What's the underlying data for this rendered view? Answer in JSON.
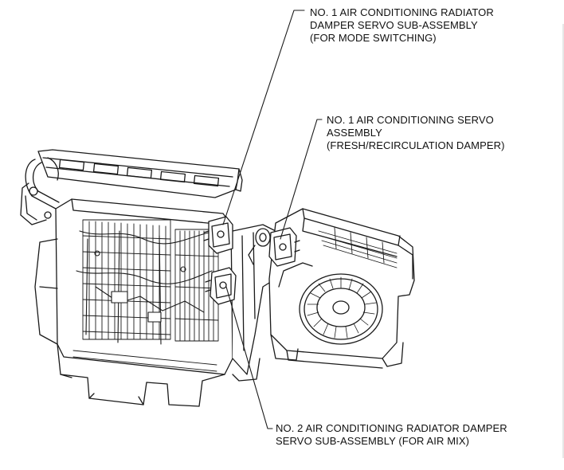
{
  "callouts": [
    {
      "id": "mode-switching-servo",
      "lines": [
        "NO. 1 AIR CONDITIONING RADIATOR",
        "DAMPER SERVO SUB-ASSEMBLY",
        "(FOR MODE SWITCHING)"
      ]
    },
    {
      "id": "fresh-recirculation-servo",
      "lines": [
        "NO. 1 AIR CONDITIONING SERVO",
        "ASSEMBLY",
        "(FRESH/RECIRCULATION DAMPER)"
      ]
    },
    {
      "id": "air-mix-servo",
      "lines": [
        "NO. 2 AIR CONDITIONING RADIATOR DAMPER",
        "SERVO SUB-ASSEMBLY (FOR AIR MIX)"
      ]
    }
  ],
  "colors": {
    "line": "#1a1a1a",
    "text": "#111111",
    "background": "#ffffff"
  }
}
